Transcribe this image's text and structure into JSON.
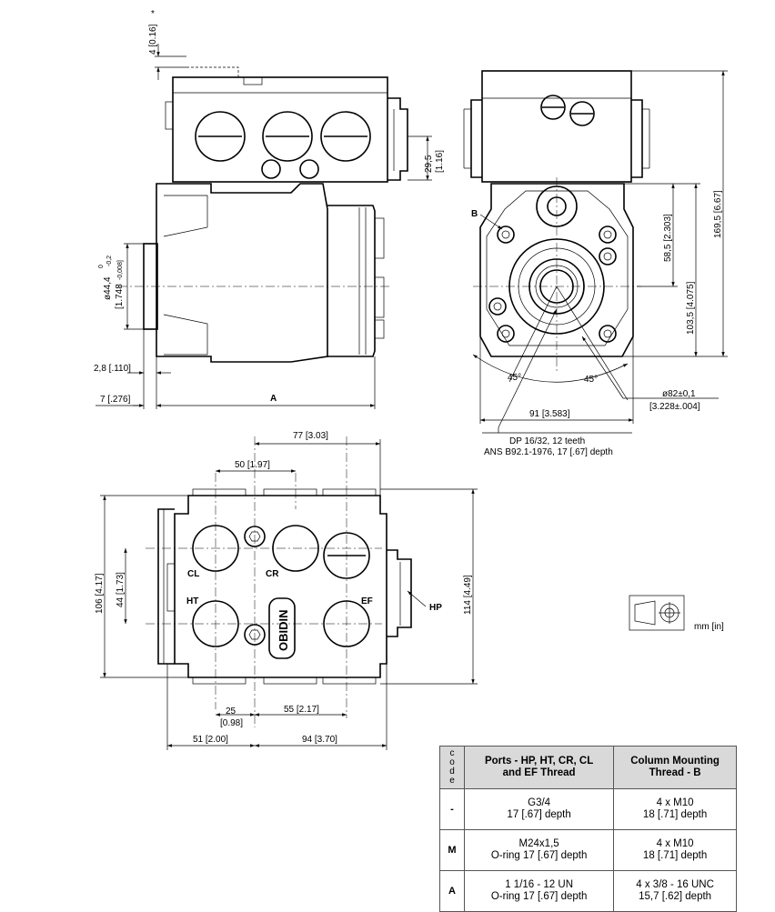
{
  "dimensions": {
    "top_offset": "4 [0.16]",
    "top_offset_star": "*",
    "port_height": "29,5",
    "port_height_in": "[1.16]",
    "pilot_dia_main": "ø44,4",
    "pilot_tol_upper": "0",
    "pilot_tol_lower": "-0,2",
    "pilot_dia_in": "[1.748",
    "pilot_dia_in_tol": "-0,008]",
    "flange_thickness": "2,8 [.110]",
    "pilot_depth": "7 [.276]",
    "length_a": "A",
    "spline_label": "B",
    "height_center_upper": "58,5 [2.303]",
    "height_center_lower": "103,5 [4.075]",
    "overall_height": "169,5 [6.67]",
    "angle_left": "45°",
    "angle_right": "45°",
    "bolt_circle": "ø82±0,1",
    "bolt_circle_in": "[3.228±.004]",
    "flange_width": "91 [3.583]",
    "spline_spec_1": "DP 16/32, 12 teeth",
    "spline_spec_2": "ANS B92.1-1976, 17 [.67] depth",
    "port_span": "77 [3.03]",
    "port_pitch": "50 [1.97]",
    "body_height_106": "106 [4.17]",
    "port_row_44": "44 [1.73]",
    "body_height_114": "114 [4.49]",
    "port_offset_25": "25",
    "port_offset_25_in": "[0.98]",
    "port_pitch_55": "55 [2.17]",
    "dim_51": "51 [2.00]",
    "dim_94": "94 [3.70]",
    "units": "mm [in]"
  },
  "ports": {
    "cl": "CL",
    "cr": "CR",
    "ht": "HT",
    "ef": "EF",
    "hp": "HP",
    "brand": "OBIDIN"
  },
  "table": {
    "code_header": [
      "c",
      "o",
      "d",
      "e"
    ],
    "col1_header": [
      "Ports - HP, HT, CR, CL",
      "and EF Thread"
    ],
    "col2_header": [
      "Column Mounting",
      "Thread - B"
    ],
    "rows": [
      {
        "code": "-",
        "ports": [
          "G3/4",
          "17 [.67] depth"
        ],
        "mount": [
          "4 x M10",
          "18 [.71] depth"
        ]
      },
      {
        "code": "M",
        "ports": [
          "M24x1,5",
          "O-ring  17 [.67] depth"
        ],
        "mount": [
          "4 x M10",
          "18 [.71] depth"
        ]
      },
      {
        "code": "A",
        "ports": [
          "1 1/16 - 12 UN",
          "O-ring  17 [.67] depth"
        ],
        "mount": [
          "4 x 3/8 - 16 UNC",
          "15,7 [.62] depth"
        ]
      }
    ]
  }
}
